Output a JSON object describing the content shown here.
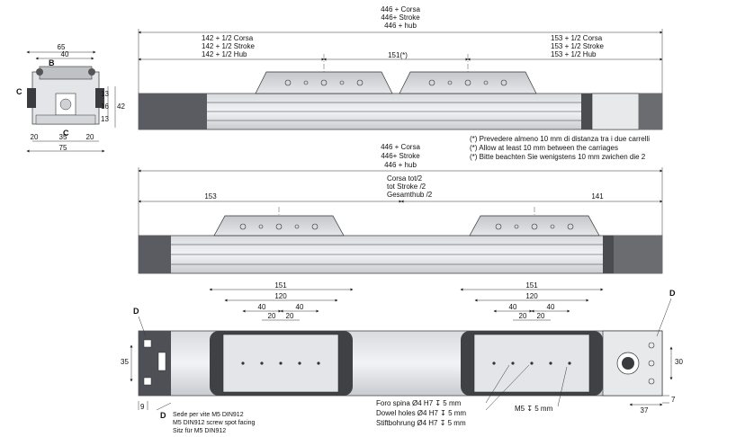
{
  "top_view": {
    "total": [
      "446 + Corsa",
      "446+ Stroke",
      "446 + hub"
    ],
    "left": [
      "142 + 1/2 Corsa",
      "142 + 1/2 Stroke",
      "142 + 1/2 Hub"
    ],
    "right": [
      "153 + 1/2 Corsa",
      "153 + 1/2 Stroke",
      "153 + 1/2 Hub"
    ],
    "between": "151(*)"
  },
  "end_view": {
    "w65": "65",
    "w40": "40",
    "labelB": "B",
    "labelC1": "C",
    "labelC2": "C",
    "h13a": "13",
    "h16": "16",
    "h13b": "13",
    "h42": "42",
    "b20a": "20",
    "b35": "35",
    "b20b": "20",
    "w75": "75"
  },
  "note": [
    "(*) Prevedere almeno 10 mm di distanza tra i due carrelli",
    "(*) Allow at least 10 mm between the carriages",
    "(*) Bitte beachten Sie wenigstens 10 mm zwichen die 2"
  ],
  "middle_view": {
    "total": [
      "446 + Corsa",
      "446+ Stroke",
      "446 + hub"
    ],
    "half": [
      "Corsa tot/2",
      "tot Stroke /2",
      "Gesamthub /2"
    ],
    "left": "153",
    "right": "141"
  },
  "bottom_view": {
    "l151": "151",
    "l120": "120",
    "l40a": "40",
    "l40b": "40",
    "l20a": "20",
    "l20b": "20",
    "r151": "151",
    "r120": "120",
    "r40a": "40",
    "r40b": "40",
    "r20a": "20",
    "r20b": "20",
    "labelD1": "D",
    "labelD2": "D",
    "labelD3": "D",
    "h35": "35",
    "h9": "9",
    "h30": "30",
    "w7": "7",
    "w37": "37",
    "screw_note": [
      "Sede per vite M5 DIN912",
      "M5 DIN912 screw spot facing",
      "Sitz für M5 DIN912"
    ],
    "dowel_note": [
      "Foro spina Ø4 H7 ↧ 5 mm",
      "Dowel holes Ø4 H7 ↧ 5 mm",
      "Stiftbohrung  Ø4 H7 ↧ 5 mm"
    ],
    "m5_note": "M5 ↧ 5 mm"
  }
}
